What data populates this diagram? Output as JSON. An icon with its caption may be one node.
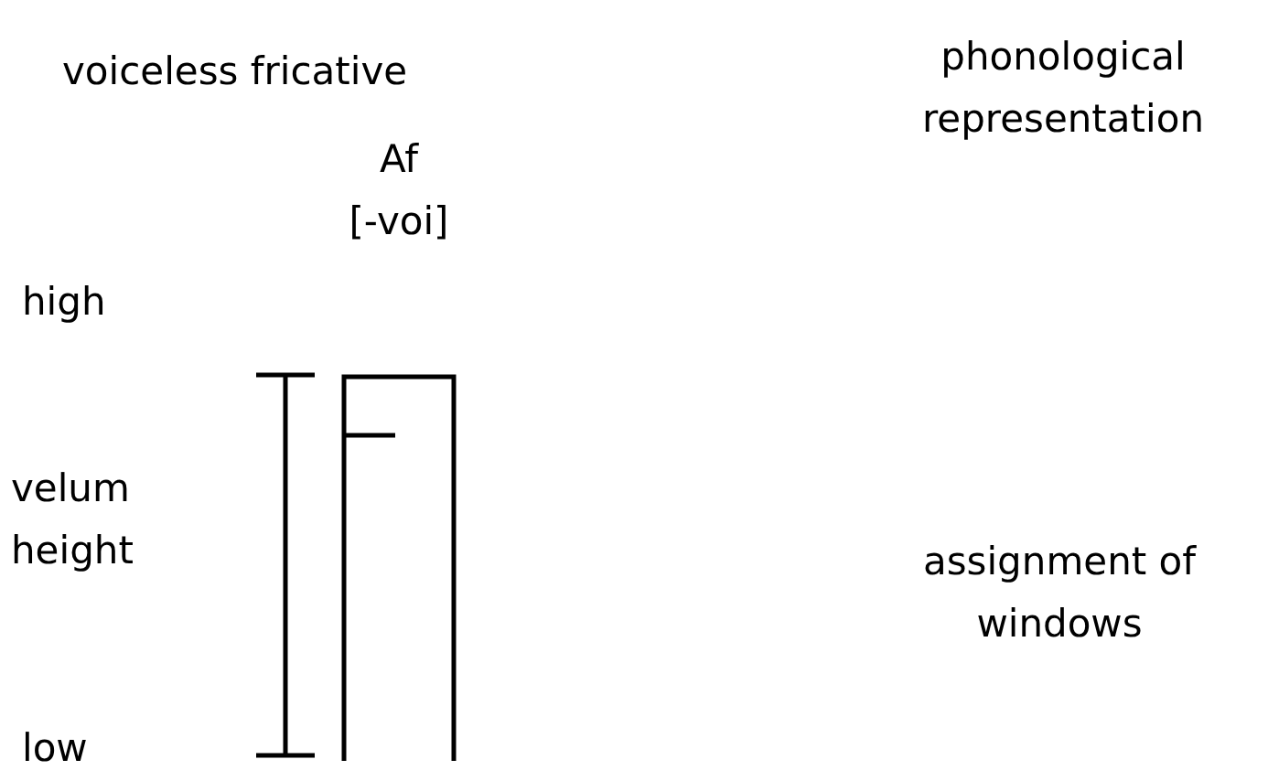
{
  "diagram": {
    "title": "voiceless fricative",
    "nodes": [
      {
        "text": [
          "Af",
          "[-voi]"
        ]
      }
    ],
    "labels": [
      "phonological representation",
      "high",
      "velum height",
      "assignment of windows",
      "low"
    ]
  }
}
